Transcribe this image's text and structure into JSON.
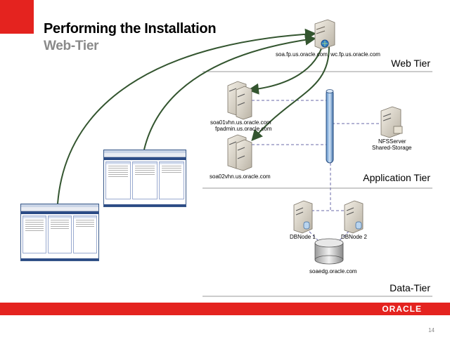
{
  "slide": {
    "title": "Performing the Installation",
    "subtitle": "Web-Tier",
    "page_number": "14",
    "brand": "ORACLE",
    "brand_color": "#e4231f"
  },
  "tiers": {
    "web": "Web Tier",
    "application": "Application Tier",
    "data": "Data-Tier"
  },
  "nodes": {
    "web_server": "soa.fp.us.oracle.com, wc.fp.us.oracle.com",
    "app_server1_line1": "soa01vhn.us.oracle.com",
    "app_server1_line2": "fpadmin.us.oracle.com",
    "app_server2": "soa02vhn.us.oracle.com",
    "nfs_line1": "NFSServer",
    "nfs_line2": "Shared-Storage",
    "db1": "DBNode 1",
    "db2": "DBNode 2",
    "storage": "soaedg.oracle.com"
  },
  "icons": {
    "server": "server-icon",
    "database": "database-icon",
    "globe": "globe-icon",
    "network_bus": "network-bus-icon"
  }
}
